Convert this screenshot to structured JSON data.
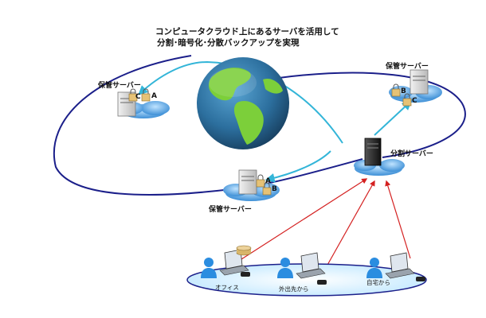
{
  "title": {
    "line1": "コンピュータクラウド上にあるサーバを活用して",
    "line2": "分割･暗号化･分散バックアップを実現"
  },
  "nodes": {
    "storage_left": "保管サーバー",
    "storage_right": "保管サーバー",
    "storage_bottom": "保管サーバー",
    "split_server": "分割サーバー"
  },
  "users": {
    "office": "オフィス",
    "outside": "外出先から",
    "home": "自宅から"
  },
  "fragments": {
    "a": "A",
    "b": "B",
    "c": "C"
  },
  "colors": {
    "orbit": "#1b1f8a",
    "arrow_cyan": "#33b5d8",
    "arrow_red": "#d42020",
    "cloud": "#3d8fd6",
    "ocean": "#2c6f9e",
    "land": "#7ccf3a"
  }
}
